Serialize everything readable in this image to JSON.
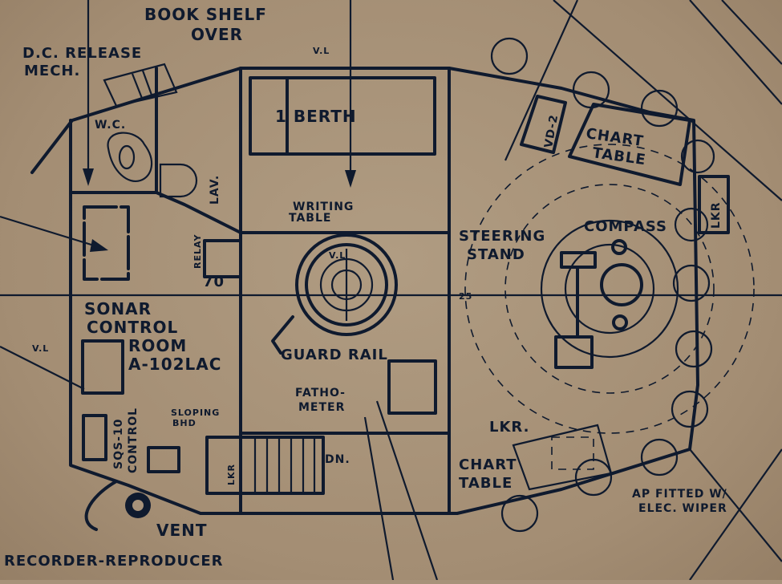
{
  "diagram": {
    "colors": {
      "paper": "#a7927a",
      "ink": "#0f1a2e"
    },
    "labels": {
      "book_shelf": "BOOK SHELF",
      "over": "OVER",
      "vl_top": "V.L",
      "dc_release": "D.C. RELEASE",
      "mech": "MECH.",
      "wc": "W.C.",
      "lav": "LAV.",
      "berth": "1 BERTH",
      "writing": "WRITING",
      "table": "TABLE",
      "relay": "RELAY",
      "relay_num": "70",
      "vl_center": "V.L",
      "guard_rail": "GUARD RAIL",
      "fatho": "FATHO-",
      "meter": "METER",
      "steering": "STEERING",
      "stand": "STAND",
      "compass": "COMPASS",
      "vd2": "VD-2",
      "chart": "CHART",
      "chart_table_top_2": "TABLE",
      "lkr_right": "LKR",
      "sonar": "SONAR",
      "control": "CONTROL",
      "room": "ROOM",
      "room_code": "A-102LAC",
      "vl_left": "V.L",
      "sqs": "SQS-10",
      "sqs_control": "CONTROL",
      "sloping": "SLOPING",
      "bhd": "BHD",
      "lkr_stairs": "LKR",
      "dn": "DN.",
      "frame_25": "25",
      "lkr_bottom": "LKR.",
      "chart_bottom": "CHART",
      "table_bottom": "TABLE",
      "ap_fitted": "AP FITTED W/",
      "elec_wiper": "ELEC. WIPER",
      "vent": "VENT",
      "recorder": "RECORDER-REPRODUCER"
    }
  }
}
